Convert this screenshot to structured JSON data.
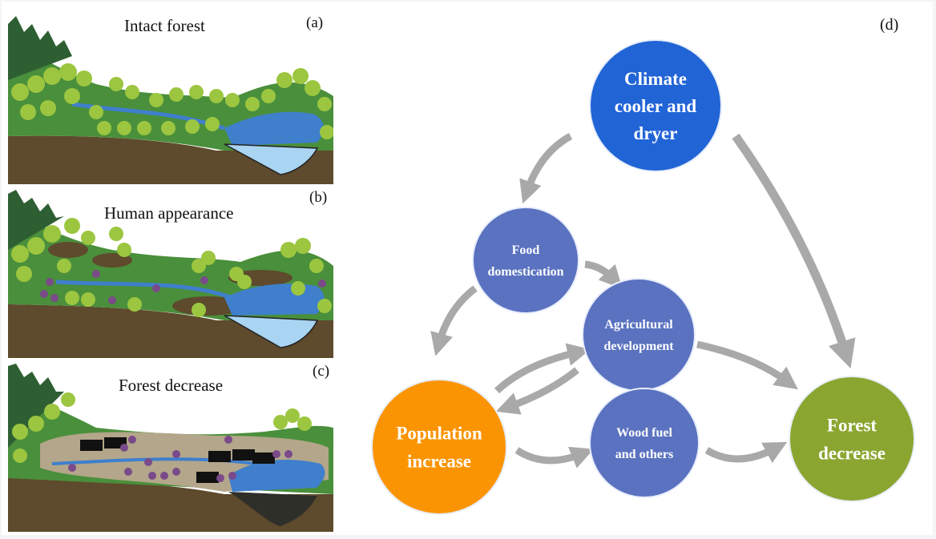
{
  "panels": [
    {
      "id": "a",
      "title": "Intact forest",
      "tag": "(a)"
    },
    {
      "id": "b",
      "title": "Human appearance",
      "tag": "(b)"
    },
    {
      "id": "c",
      "title": "Forest decrease",
      "tag": "(c)"
    }
  ],
  "diagram": {
    "tag": "(d)",
    "nodes": [
      {
        "id": "climate",
        "lines": [
          "Climate",
          "cooler and",
          "dryer"
        ],
        "color": "#2164d6"
      },
      {
        "id": "food",
        "lines": [
          "Food",
          "domestication"
        ],
        "color": "#5a72bf"
      },
      {
        "id": "agri",
        "lines": [
          "Agricultural",
          "development"
        ],
        "color": "#5a72bf"
      },
      {
        "id": "population",
        "lines": [
          "Population",
          "increase"
        ],
        "color": "#fb9403"
      },
      {
        "id": "wood",
        "lines": [
          "Wood fuel",
          "and others"
        ],
        "color": "#5a72bf"
      },
      {
        "id": "forest",
        "lines": [
          "Forest",
          "decrease"
        ],
        "color": "#8ba630"
      }
    ],
    "edges": [
      {
        "from": "climate",
        "to": "food"
      },
      {
        "from": "climate",
        "to": "forest"
      },
      {
        "from": "food",
        "to": "agri"
      },
      {
        "from": "food",
        "to": "population"
      },
      {
        "from": "population",
        "to": "agri"
      },
      {
        "from": "agri",
        "to": "population"
      },
      {
        "from": "agri",
        "to": "forest"
      },
      {
        "from": "population",
        "to": "wood"
      },
      {
        "from": "wood",
        "to": "forest"
      }
    ],
    "arrow_color": "#a9a9a9"
  },
  "colors": {
    "soil": "#5e4a2c",
    "grass": "#4a8f3b",
    "tree_canopy": "#9cc640",
    "conifer": "#2e5f32",
    "water_dark": "#3f7fcc",
    "water_light": "#a9d4f2",
    "cleared_land": "#b3a68a",
    "people": "#7a4a8a"
  }
}
